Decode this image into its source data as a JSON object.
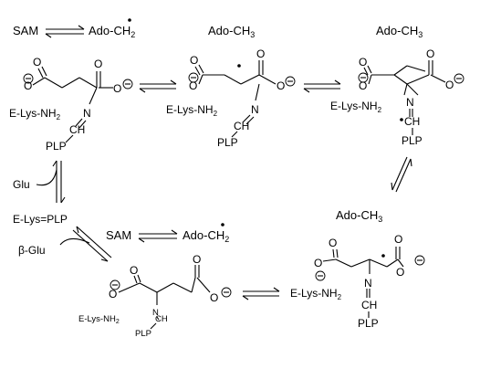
{
  "species": {
    "sam": "SAM",
    "ado_radical": "Ado-CH",
    "ado_radical_sub": "2",
    "ado_methyl": "Ado-CH",
    "ado_methyl_sub": "3",
    "elys_nh2": "E-Lys-NH",
    "elys_nh2_sub": "2",
    "plp": "PLP",
    "elys_plp": "E-Lys=PLP",
    "glu": "Glu",
    "beta_glu": "β-Glu"
  },
  "atoms": {
    "oxygen": "O",
    "nitrogen": "N",
    "ch": "CH",
    "c": "C",
    "h": "H",
    "minus": "−"
  }
}
